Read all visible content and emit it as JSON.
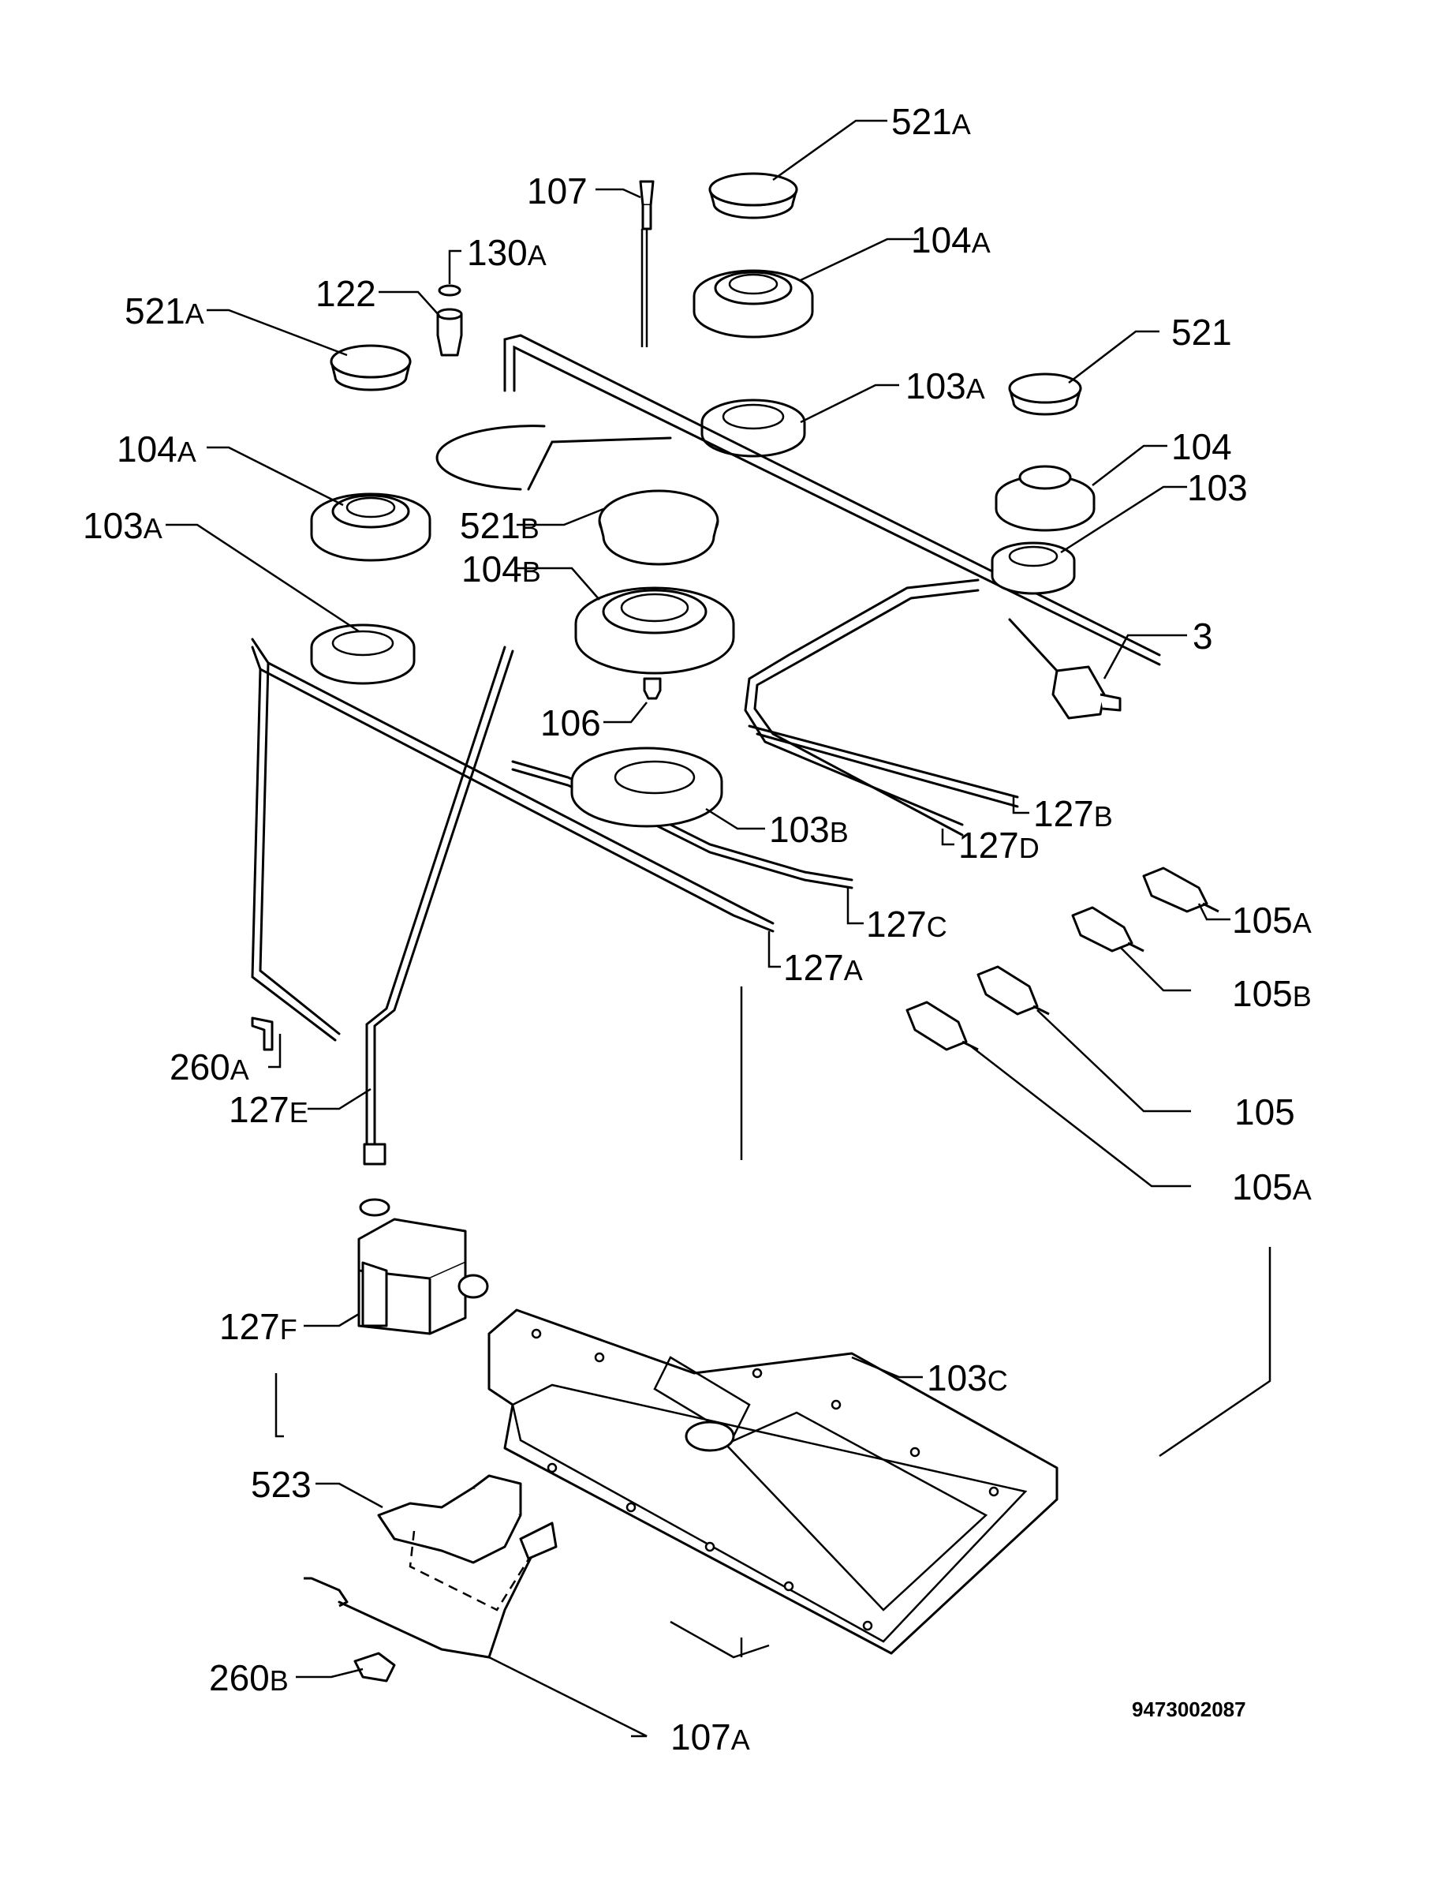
{
  "labels": {
    "l521A_top": {
      "num": "521",
      "suffix": "A"
    },
    "l107": {
      "num": "107",
      "suffix": ""
    },
    "l130A": {
      "num": "130",
      "suffix": "A"
    },
    "l104A_top": {
      "num": "104",
      "suffix": "A"
    },
    "l122": {
      "num": "122",
      "suffix": ""
    },
    "l521A_left": {
      "num": "521",
      "suffix": "A"
    },
    "l521": {
      "num": "521",
      "suffix": ""
    },
    "l103A_mid": {
      "num": "103",
      "suffix": "A"
    },
    "l104A_left": {
      "num": "104",
      "suffix": "A"
    },
    "l104": {
      "num": "104",
      "suffix": ""
    },
    "l103": {
      "num": "103",
      "suffix": ""
    },
    "l521B": {
      "num": "521",
      "suffix": "B"
    },
    "l103A_left": {
      "num": "103",
      "suffix": "A"
    },
    "l104B": {
      "num": "104",
      "suffix": "B"
    },
    "l3": {
      "num": "3",
      "suffix": ""
    },
    "l106": {
      "num": "106",
      "suffix": ""
    },
    "l127B": {
      "num": "127",
      "suffix": "B"
    },
    "l103B": {
      "num": "103",
      "suffix": "B"
    },
    "l127D": {
      "num": "127",
      "suffix": "D"
    },
    "l105A_top": {
      "num": "105",
      "suffix": "A"
    },
    "l127C": {
      "num": "127",
      "suffix": "C"
    },
    "l127A": {
      "num": "127",
      "suffix": "A"
    },
    "l105B": {
      "num": "105",
      "suffix": "B"
    },
    "l260A": {
      "num": "260",
      "suffix": "A"
    },
    "l105": {
      "num": "105",
      "suffix": ""
    },
    "l127E": {
      "num": "127",
      "suffix": "E"
    },
    "l105A_bottom": {
      "num": "105",
      "suffix": "A"
    },
    "l127F": {
      "num": "127",
      "suffix": "F"
    },
    "l103C": {
      "num": "103",
      "suffix": "C"
    },
    "l523": {
      "num": "523",
      "suffix": ""
    },
    "l260B": {
      "num": "260",
      "suffix": "B"
    },
    "l107A": {
      "num": "107",
      "suffix": "A"
    }
  },
  "document_number": "9473002087"
}
